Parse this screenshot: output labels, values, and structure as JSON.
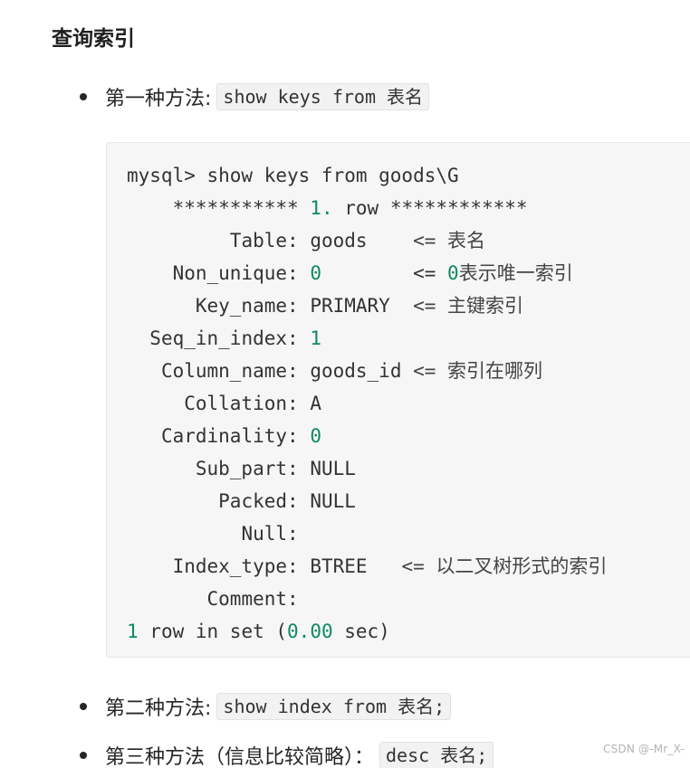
{
  "heading": "查询索引",
  "bullets": [
    {
      "label": "第一种方法:",
      "code": "show keys from 表名"
    },
    {
      "label": "第二种方法:",
      "code": "show index from 表名;"
    },
    {
      "label": "第三种方法（信息比较简略）：",
      "code": "desc 表名;"
    }
  ],
  "code_block": {
    "prompt_line": "mysql> show keys from goods\\G",
    "row_sep_left": "*********** ",
    "row_num": "1.",
    "row_word": " row ",
    "row_sep_right": "************",
    "rows": [
      {
        "field": "Table",
        "value": "goods",
        "comment": "<= 表名"
      },
      {
        "field": "Non_unique",
        "value": "0",
        "comment_num": "0",
        "comment": "表示唯一索引"
      },
      {
        "field": "Key_name",
        "value": "PRIMARY",
        "comment": "<= 主键索引"
      },
      {
        "field": "Seq_in_index",
        "value": "1"
      },
      {
        "field": "Column_name",
        "value": "goods_id",
        "comment": "<= 索引在哪列"
      },
      {
        "field": "Collation",
        "value": "A"
      },
      {
        "field": "Cardinality",
        "value": "0"
      },
      {
        "field": "Sub_part",
        "value": "NULL"
      },
      {
        "field": "Packed",
        "value": "NULL"
      },
      {
        "field": "Null",
        "value": ""
      },
      {
        "field": "Index_type",
        "value": "BTREE",
        "comment": "<= 以二叉树形式的索引"
      },
      {
        "field": "Comment",
        "value": ""
      }
    ],
    "result_num": "1",
    "result_mid": " row in set (",
    "result_time": "0.00",
    "result_end": " sec)"
  },
  "watermark": "CSDN @-Mr_X-"
}
